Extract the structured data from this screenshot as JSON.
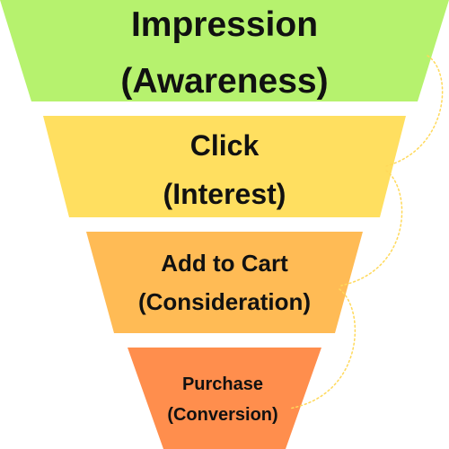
{
  "funnel": {
    "stages": [
      {
        "line1": "Impression",
        "line2": "(Awareness)",
        "color": "#b6f26e"
      },
      {
        "line1": "Click",
        "line2": "(Interest)",
        "color": "#ffdf60"
      },
      {
        "line1": "Add to Cart",
        "line2": "(Consideration)",
        "color": "#ffbb55"
      },
      {
        "line1": "Purchase",
        "line2": "(Conversion)",
        "color": "#ff8e4d"
      }
    ],
    "connector_color": "#ffd95a"
  }
}
